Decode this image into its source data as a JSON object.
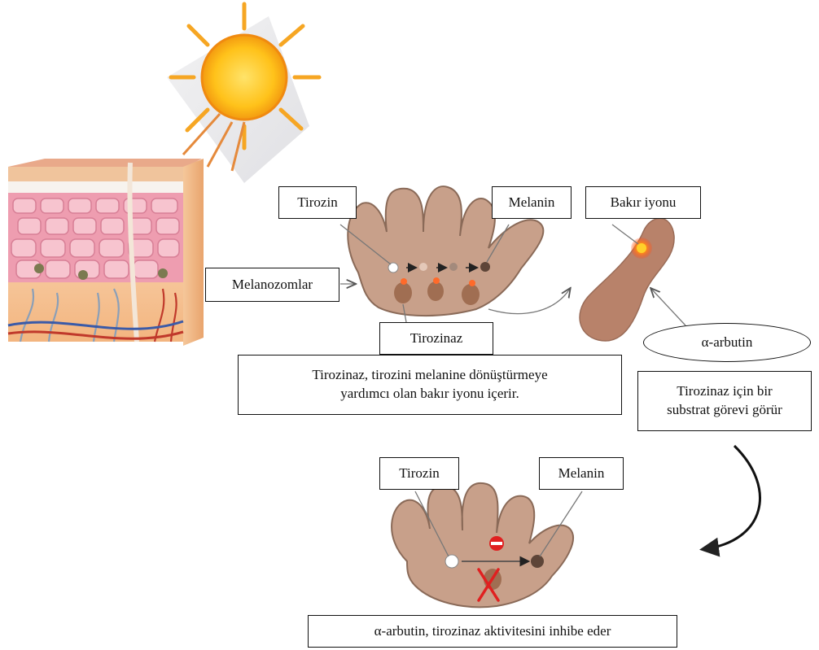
{
  "labels": {
    "tirozin_top": "Tirozin",
    "melanin_top": "Melanin",
    "bakir_iyonu": "Bakır iyonu",
    "melanozomlar": "Melanozomlar",
    "tirozinaz": "Tirozinaz",
    "alpha_arbutin": "α-arbutin",
    "tirozin_bottom": "Tirozin",
    "melanin_bottom": "Melanin"
  },
  "descriptions": {
    "tirozinaz_line1": "Tirozinaz, tirozini melanine dönüştürmeye",
    "tirozinaz_line2": "yardımcı olan bakır iyonu içerir.",
    "substrat_line1": "Tirozinaz için bir",
    "substrat_line2": "substrat görevi görür",
    "inhibit": "α-arbutin, tirozinaz aktivitesini inhibe eder"
  },
  "colors": {
    "melanocyte": "#c9a088",
    "melanocyte_stroke": "#9c7560",
    "tyrosine": "#ffffff",
    "melanin": "#5e4538",
    "enzyme": "#a87356",
    "copper_ion": "#ff6a1a",
    "inhibit_red": "#e02020"
  }
}
